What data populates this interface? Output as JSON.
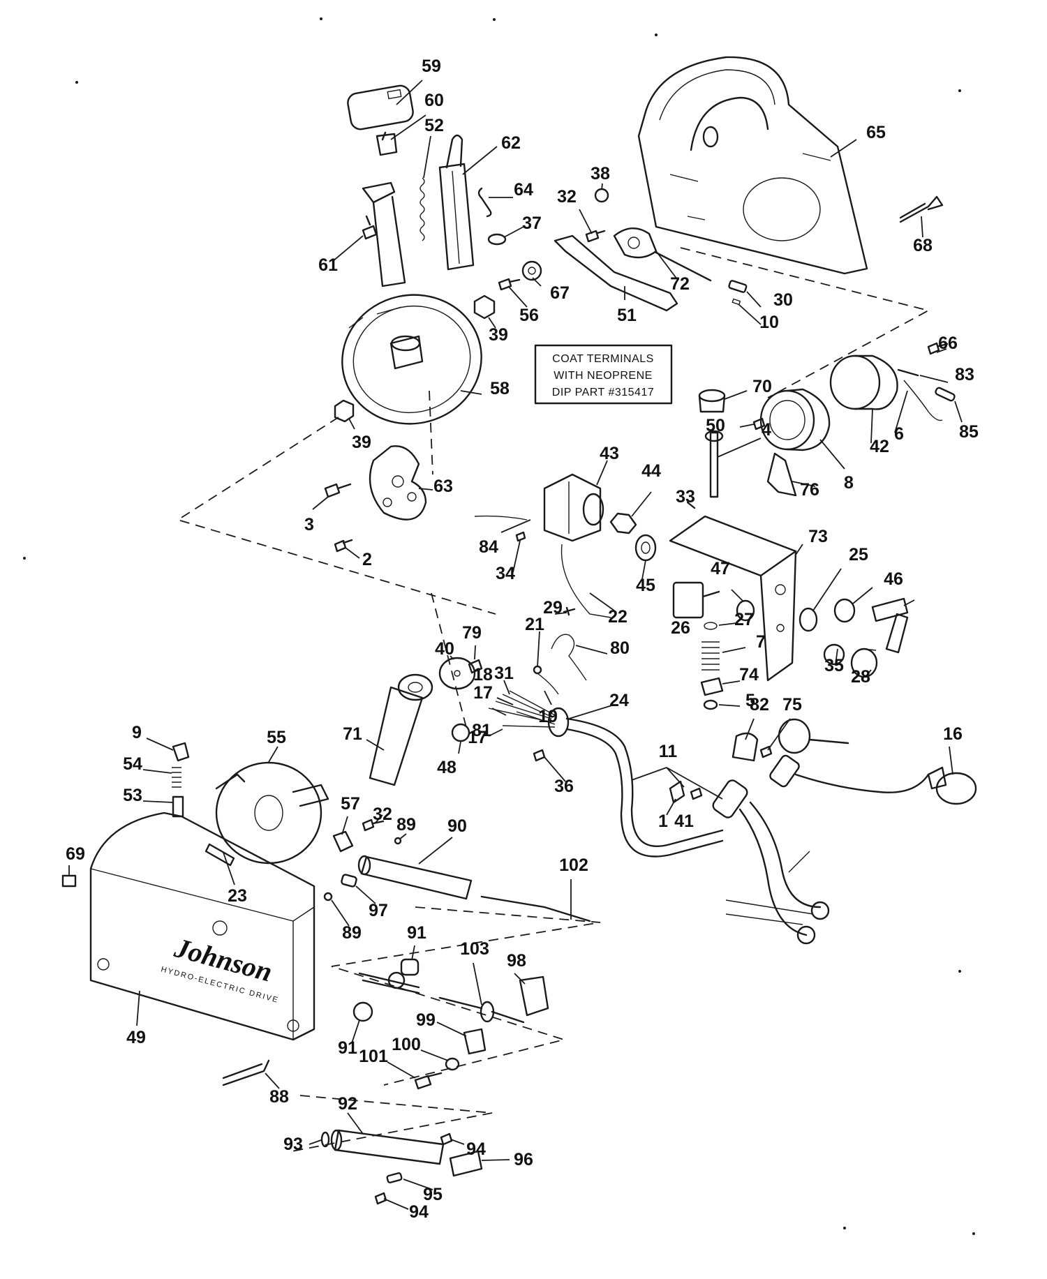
{
  "note": {
    "line1": "COAT TERMINALS",
    "line2": "WITH NEOPRENE",
    "line3": "DIP PART #315417"
  },
  "brand": {
    "name": "Johnson",
    "tagline": "HYDRO-ELECTRIC DRIVE"
  },
  "colors": {
    "ink": "#1a1a1a",
    "paper": "#ffffff"
  },
  "callouts": [
    "59",
    "60",
    "52",
    "62",
    "64",
    "37",
    "61",
    "67",
    "56",
    "39",
    "58",
    "39",
    "63",
    "3",
    "2",
    "65",
    "38",
    "32",
    "72",
    "51",
    "30",
    "10",
    "68",
    "66",
    "83",
    "85",
    "6",
    "42",
    "8",
    "76",
    "70",
    "50",
    "4",
    "43",
    "44",
    "45",
    "84",
    "34",
    "22",
    "33",
    "73",
    "25",
    "46",
    "47",
    "26",
    "27",
    "7",
    "74",
    "5",
    "35",
    "28",
    "29",
    "21",
    "80",
    "79",
    "40",
    "31",
    "18",
    "17",
    "19",
    "81",
    "24",
    "17",
    "71",
    "48",
    "36",
    "55",
    "9",
    "54",
    "53",
    "57",
    "32",
    "89",
    "90",
    "69",
    "23",
    "11",
    "1",
    "41",
    "82",
    "75",
    "16",
    "102",
    "89",
    "97",
    "49",
    "91",
    "103",
    "98",
    "91",
    "99",
    "100",
    "101",
    "88",
    "92",
    "93",
    "94",
    "96",
    "95",
    "94"
  ]
}
